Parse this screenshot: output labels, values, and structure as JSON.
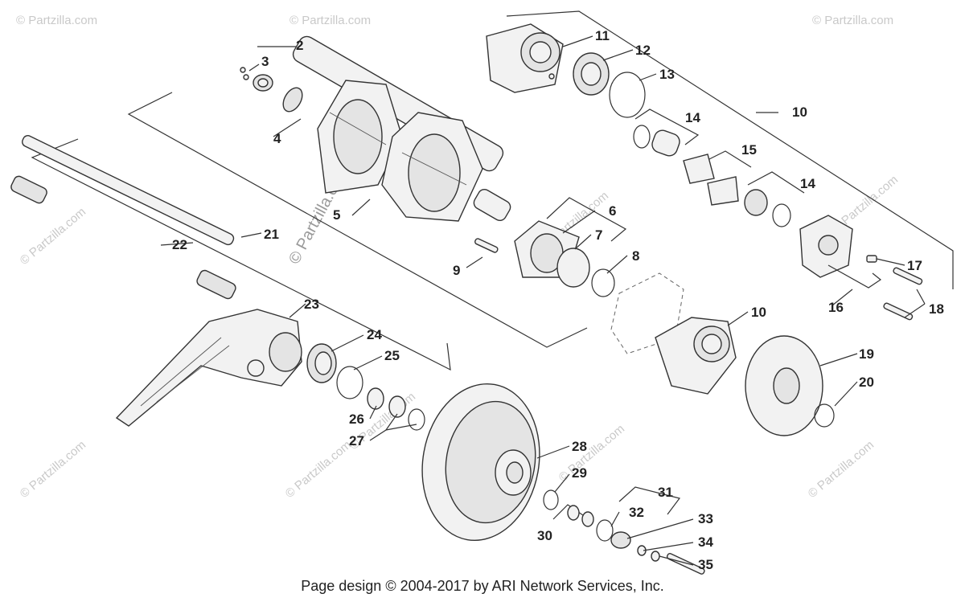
{
  "callouts": {
    "c1": "2",
    "c2": "3",
    "c3": "4",
    "c4": "5",
    "c5": "6",
    "c6": "7",
    "c7": "8",
    "c8": "9",
    "c9": "10",
    "c10": "10",
    "c11": "11",
    "c12": "12",
    "c13": "13",
    "c14": "14",
    "c15": "14",
    "c16": "15",
    "c17": "16",
    "c18": "17",
    "c19": "18",
    "c20": "19",
    "c21": "20",
    "c22": "21",
    "c23": "22",
    "c24": "23",
    "c25": "24",
    "c26": "25",
    "c27": "26",
    "c28": "27",
    "c29": "28",
    "c30": "29",
    "c31": "30",
    "c32": "31",
    "c33": "32",
    "c34": "33",
    "c35": "34",
    "c36": "35"
  },
  "watermarks": {
    "small": "© Partzilla.com",
    "center": "© Partzilla.com"
  },
  "footer": "Page design © 2004-2017 by ARI Network Services, Inc."
}
